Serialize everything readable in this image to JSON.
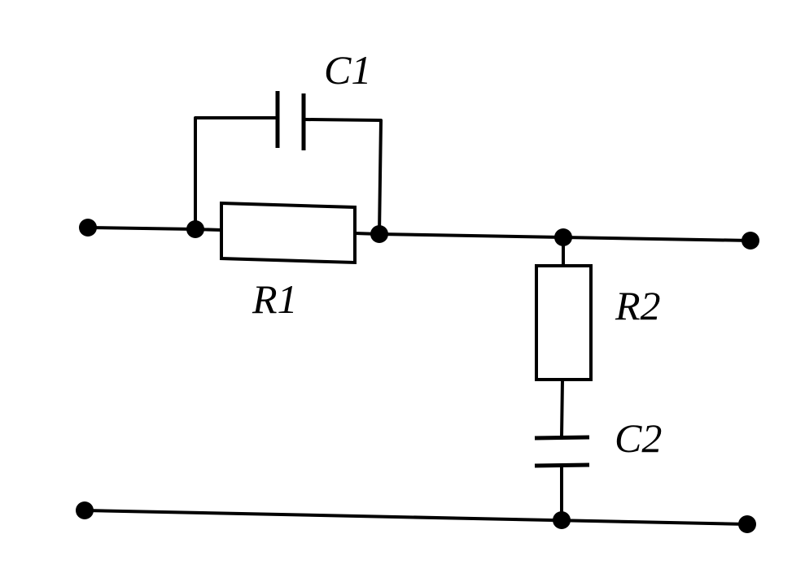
{
  "components": {
    "c1": {
      "label": "C1"
    },
    "r1": {
      "label": "R1"
    },
    "r2": {
      "label": "R2"
    },
    "c2": {
      "label": "C2"
    }
  },
  "colors": {
    "line": "#000000",
    "background": "#ffffff"
  }
}
